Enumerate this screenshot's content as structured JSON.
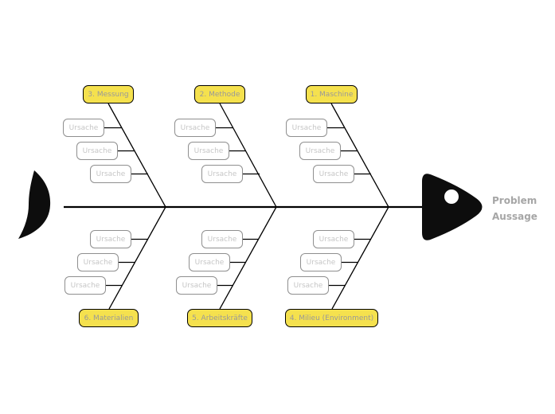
{
  "diagram": {
    "type": "fishbone-ishikawa",
    "head": {
      "label_line1": "Problem",
      "label_line2": "Aussage"
    },
    "branches": {
      "top": [
        {
          "label": "3. Messung",
          "causes": [
            "Ursache",
            "Ursache",
            "Ursache"
          ]
        },
        {
          "label": "2. Methode",
          "causes": [
            "Ursache",
            "Ursache",
            "Ursache"
          ]
        },
        {
          "label": "1. Maschine",
          "causes": [
            "Ursache",
            "Ursache",
            "Ursache"
          ]
        }
      ],
      "bottom": [
        {
          "label": "6. Materialien",
          "causes": [
            "Ursache",
            "Ursache",
            "Ursache"
          ]
        },
        {
          "label": "5. Arbeitskräfte",
          "causes": [
            "Ursache",
            "Ursache",
            "Ursache"
          ]
        },
        {
          "label": "4. Milieu (Environment)",
          "causes": [
            "Ursache",
            "Ursache",
            "Ursache"
          ]
        }
      ]
    },
    "colors": {
      "category_fill": "#F5E14E",
      "category_border": "#000000",
      "category_text": "#999999",
      "cause_border": "#8F8F8F",
      "cause_text": "#C6C6C6",
      "line": "#000000",
      "head_fill": "#000000",
      "head_text": "#A6A6A6",
      "background": "#ffffff"
    }
  }
}
